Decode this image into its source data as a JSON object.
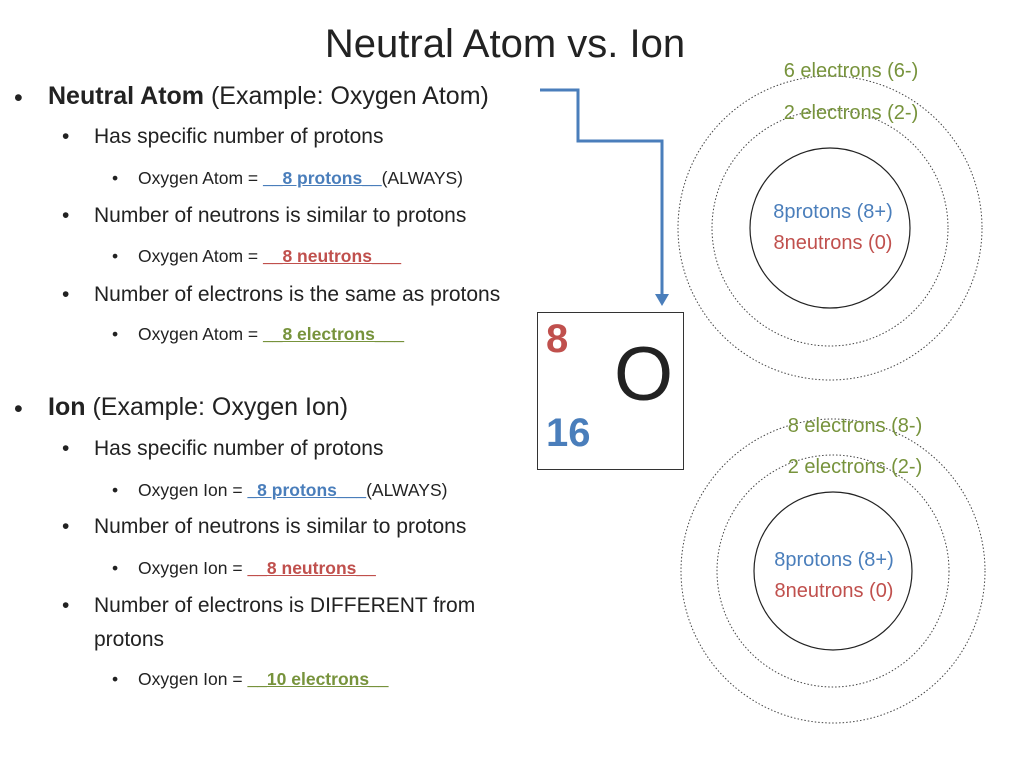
{
  "title": "Neutral Atom vs. Ion",
  "neutral": {
    "heading_bold": "Neutral Atom",
    "heading_rest": " (Example: Oxygen Atom)",
    "protons_label": "Has specific number of protons",
    "protons_prefix": "Oxygen Atom = ",
    "protons_value": "__8 protons__",
    "protons_suffix": "(ALWAYS)",
    "neutrons_label": "Number of neutrons is similar to protons",
    "neutrons_prefix": "Oxygen Atom = ",
    "neutrons_value": "__8 neutrons___",
    "electrons_label": "Number of electrons is the same as protons",
    "electrons_prefix": "Oxygen Atom = ",
    "electrons_value": "__8 electrons___"
  },
  "ion": {
    "heading_bold": "Ion",
    "heading_rest": " (Example: Oxygen Ion)",
    "protons_label": "Has specific number of protons",
    "protons_prefix": "Oxygen Ion = ",
    "protons_value": "_8 protons___",
    "protons_suffix": "(ALWAYS)",
    "neutrons_label": "Number of neutrons is similar to protons",
    "neutrons_prefix": "Oxygen Ion = ",
    "neutrons_value": "__8 neutrons__",
    "electrons_label_1": "Number of electrons is DIFFERENT from",
    "electrons_label_2": "protons",
    "electrons_prefix": "Oxygen Ion = ",
    "electrons_value": "__10 electrons__"
  },
  "element": {
    "atomic_number": "8",
    "mass_number": "16",
    "symbol": "O"
  },
  "atom_diagram": {
    "outer_shell": "6 electrons (6-)",
    "inner_shell": "2 electrons (2-)",
    "protons": "8protons (8+)",
    "neutrons": "8neutrons (0)"
  },
  "ion_diagram": {
    "outer_shell": "8 electrons (8-)",
    "inner_shell": "2 electrons (2-)",
    "protons": "8protons (8+)",
    "neutrons": "8neutrons (0)"
  },
  "colors": {
    "blue": "#4a7ebb",
    "red": "#c0504d",
    "green": "#77933c"
  }
}
